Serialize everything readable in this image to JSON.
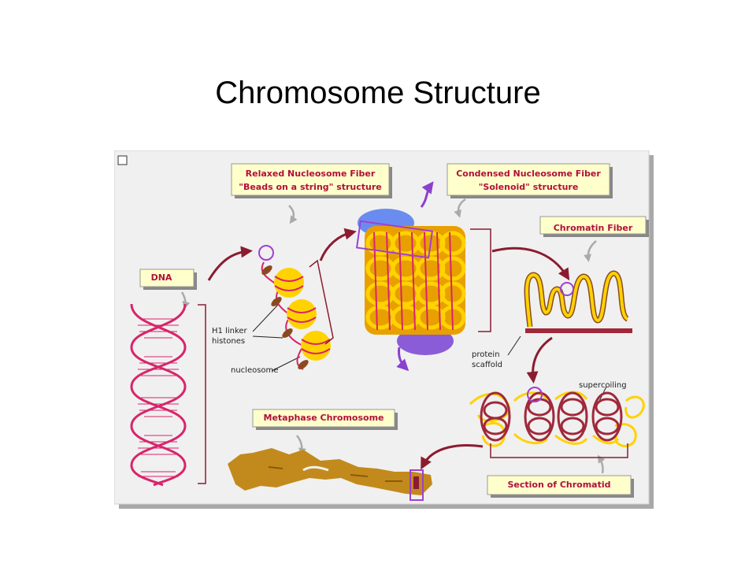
{
  "slide": {
    "title": "Chromosome Structure"
  },
  "figure": {
    "labels": {
      "relaxed_line1": "Relaxed Nucleosome Fiber",
      "relaxed_line2": "\"Beads on a string\" structure",
      "condensed_line1": "Condensed Nucleosome Fiber",
      "condensed_line2": "\"Solenoid\" structure",
      "chromatin_fiber": "Chromatin Fiber",
      "dna": "DNA",
      "h1_line1": "H1 linker",
      "h1_line2": "histones",
      "nucleosome": "nucleosome",
      "protein_line1": "protein",
      "protein_line2": "scaffold",
      "supercoiling": "supercoiling",
      "metaphase": "Metaphase Chromosome",
      "section": "Section of Chromatid"
    },
    "colors": {
      "panel": "#f0f0f0",
      "label_box": "#ffffcc",
      "label_text": "#b0103a",
      "dna": "#d8246a",
      "arrow": "#8b1c30",
      "nucleosome_yellow": "#ffd200",
      "fiber_orange": "#e8a000",
      "histone_brown": "#8b4a1e",
      "protein_purple": "#8a5cd8",
      "supercoil": "#a0283a",
      "chromosome": "#c28a1c",
      "highlight": "#a040d0"
    }
  }
}
